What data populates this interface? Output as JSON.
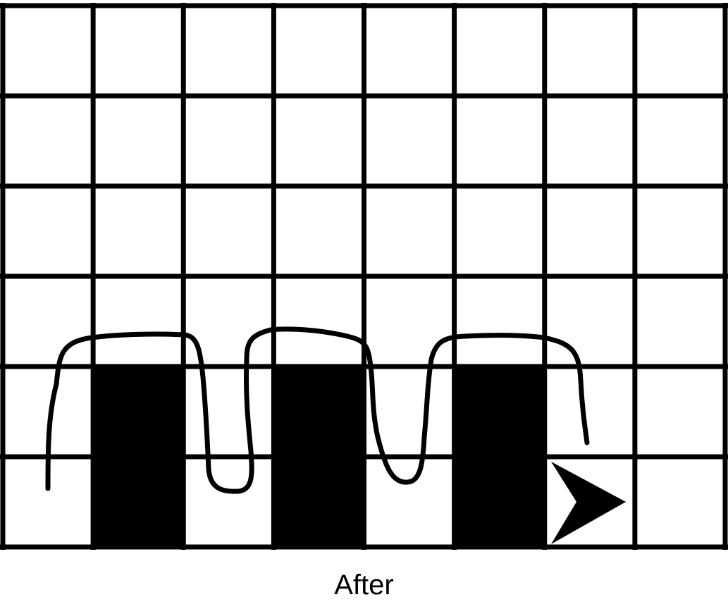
{
  "caption": "After",
  "grid": {
    "rows": 6,
    "cols": 8,
    "filled_cells": [
      {
        "row": 5,
        "col": 2
      },
      {
        "row": 6,
        "col": 2
      },
      {
        "row": 5,
        "col": 4
      },
      {
        "row": 6,
        "col": 4
      },
      {
        "row": 5,
        "col": 6
      },
      {
        "row": 6,
        "col": 6
      }
    ],
    "arrow_cell": {
      "row": 6,
      "col": 7,
      "direction": "right"
    }
  },
  "colors": {
    "background": "#ffffff",
    "line": "#000000",
    "fill": "#000000"
  }
}
